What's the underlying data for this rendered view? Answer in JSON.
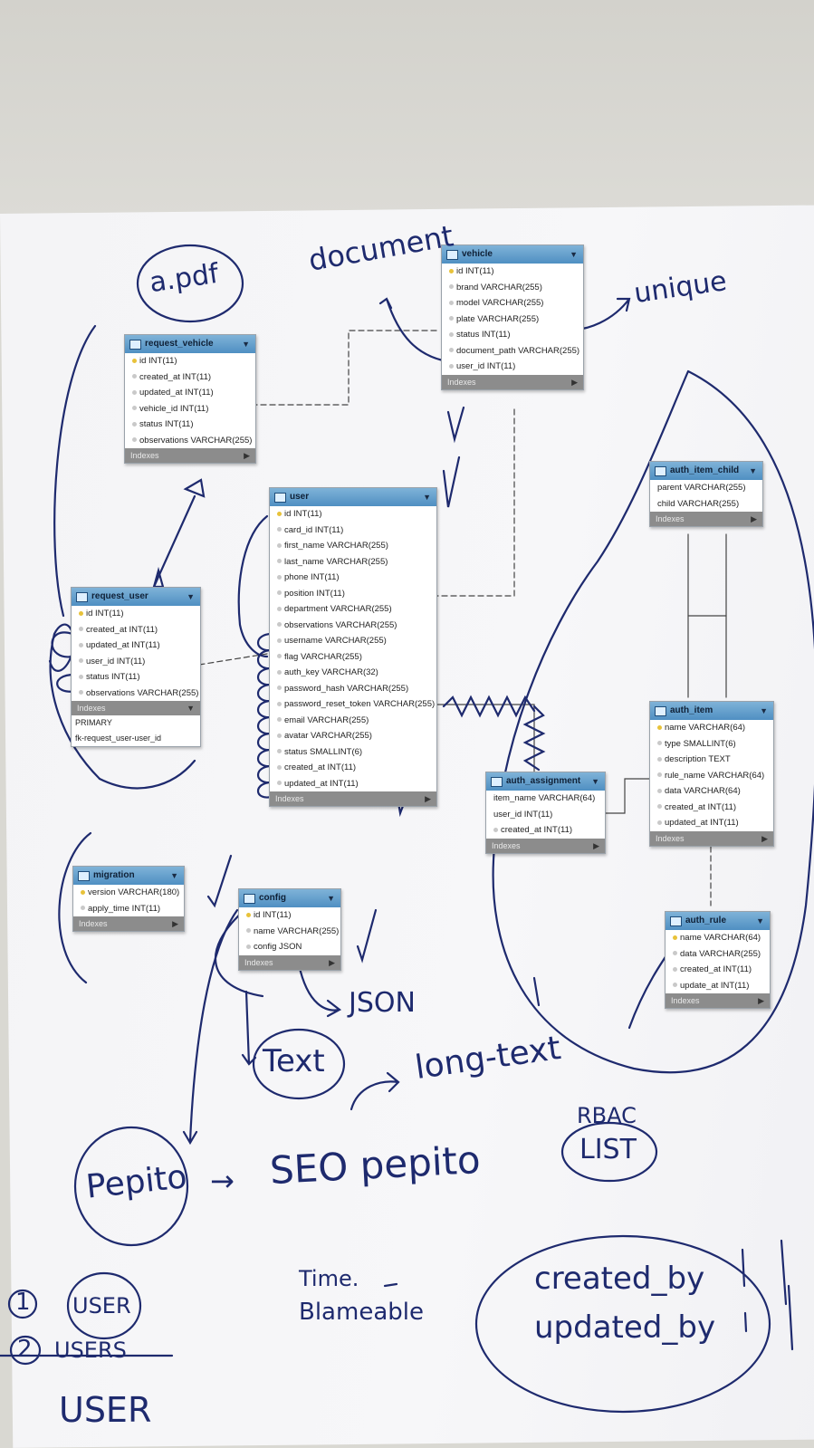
{
  "tables": {
    "request_vehicle": {
      "name": "request_vehicle",
      "columns": [
        "id INT(11)",
        "created_at INT(11)",
        "updated_at INT(11)",
        "vehicle_id INT(11)",
        "status INT(11)",
        "observations VARCHAR(255)"
      ],
      "footer": "Indexes"
    },
    "vehicle": {
      "name": "vehicle",
      "columns": [
        "id INT(11)",
        "brand VARCHAR(255)",
        "model VARCHAR(255)",
        "plate VARCHAR(255)",
        "status INT(11)",
        "document_path VARCHAR(255)",
        "user_id INT(11)"
      ],
      "footer": "Indexes"
    },
    "user": {
      "name": "user",
      "columns": [
        "id INT(11)",
        "card_id INT(11)",
        "first_name VARCHAR(255)",
        "last_name VARCHAR(255)",
        "phone INT(11)",
        "position INT(11)",
        "department VARCHAR(255)",
        "observations VARCHAR(255)",
        "username VARCHAR(255)",
        "flag VARCHAR(255)",
        "auth_key VARCHAR(32)",
        "password_hash VARCHAR(255)",
        "password_reset_token VARCHAR(255)",
        "email VARCHAR(255)",
        "avatar VARCHAR(255)",
        "status SMALLINT(6)",
        "created_at INT(11)",
        "updated_at INT(11)"
      ],
      "footer": "Indexes"
    },
    "request_user": {
      "name": "request_user",
      "columns": [
        "id INT(11)",
        "created_at INT(11)",
        "updated_at INT(11)",
        "user_id INT(11)",
        "status INT(11)",
        "observations VARCHAR(255)"
      ],
      "footer": "Indexes",
      "indexes": [
        "PRIMARY",
        "fk-request_user-user_id"
      ]
    },
    "auth_item_child": {
      "name": "auth_item_child",
      "columns": [
        "parent VARCHAR(255)",
        "child VARCHAR(255)"
      ],
      "footer": "Indexes"
    },
    "auth_item": {
      "name": "auth_item",
      "columns": [
        "name VARCHAR(64)",
        "type SMALLINT(6)",
        "description TEXT",
        "rule_name VARCHAR(64)",
        "data VARCHAR(64)",
        "created_at INT(11)",
        "updated_at INT(11)"
      ],
      "footer": "Indexes"
    },
    "auth_assignment": {
      "name": "auth_assignment",
      "columns": [
        "item_name VARCHAR(64)",
        "user_id INT(11)",
        "created_at INT(11)"
      ],
      "footer": "Indexes"
    },
    "migration": {
      "name": "migration",
      "columns": [
        "version VARCHAR(180)",
        "apply_time INT(11)"
      ],
      "footer": "Indexes"
    },
    "config": {
      "name": "config",
      "columns": [
        "id INT(11)",
        "name VARCHAR(255)",
        "config JSON"
      ],
      "footer": "Indexes"
    },
    "auth_rule": {
      "name": "auth_rule",
      "columns": [
        "name VARCHAR(64)",
        "data VARCHAR(255)",
        "created_at INT(11)",
        "update_at INT(11)"
      ],
      "footer": "Indexes"
    }
  },
  "handwriting": {
    "apdf": "a.pdf",
    "document": "document",
    "unique": "unique",
    "json": "JSON",
    "text": "Text",
    "long_text": "long-text",
    "rbac": "RBAC",
    "list": "LIST",
    "pepito": "Pepito",
    "arrow": "→",
    "seo_pepito": "SEO pepito",
    "note_one": "USER",
    "note_two": "USERS",
    "note_user": "USER",
    "time": "Time.",
    "blameable": "Blameable",
    "created_by": "created_by",
    "updated_by": "updated_by",
    "num_one": "1",
    "num_two": "2"
  },
  "colors": {
    "ink": "#1e2a6e",
    "header": "#5b97c8",
    "footer": "#8c8c8c"
  }
}
